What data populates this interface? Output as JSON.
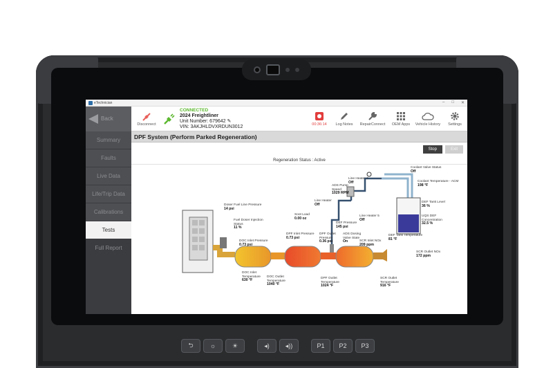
{
  "device": {
    "hardware_buttons": [
      {
        "id": "back",
        "label": "⮌"
      },
      {
        "id": "brightness-down",
        "label": "☼"
      },
      {
        "id": "brightness-up",
        "label": "☀"
      },
      {
        "id": "volume-down",
        "label": "◂)"
      },
      {
        "id": "volume-up",
        "label": "◂))"
      },
      {
        "id": "p1",
        "label": "P1"
      },
      {
        "id": "p2",
        "label": "P2"
      },
      {
        "id": "p3",
        "label": "P3"
      }
    ]
  },
  "window": {
    "app_name": "eTechnician",
    "controls": [
      "–",
      "□",
      "✕"
    ]
  },
  "header": {
    "back_label": "Back",
    "disconnect_label": "Disconnect",
    "connection": {
      "status": "CONNECTED",
      "vehicle": "2024 Freightliner",
      "unit_label": "Unit Number: 679642",
      "vin_label": "VIN: 3AKJHLDVXRDUN3012"
    },
    "buttons": [
      {
        "id": "timer",
        "label": "00:36:14",
        "icon": "record-icon"
      },
      {
        "id": "log-notes",
        "label": "Log Notes",
        "icon": "pencil-icon"
      },
      {
        "id": "repair-connect",
        "label": "RepairConnect",
        "icon": "wrench-icon"
      },
      {
        "id": "oem-apps",
        "label": "OEM Apps",
        "icon": "grid-icon"
      },
      {
        "id": "vehicle-history",
        "label": "Vehicle History",
        "icon": "cloud-icon"
      },
      {
        "id": "settings",
        "label": "Settings",
        "icon": "gear-icon"
      }
    ],
    "accent_color": "#5cb82e",
    "timer_color": "#e23c3c"
  },
  "sidebar": {
    "items": [
      {
        "label": "Summary",
        "active": false
      },
      {
        "label": "Faults",
        "active": false
      },
      {
        "label": "Live Data",
        "active": false
      },
      {
        "label": "Life/Trip Data",
        "active": false
      },
      {
        "label": "Calibrations",
        "active": false
      },
      {
        "label": "Tests",
        "active": true
      },
      {
        "label": "Full Report",
        "active": false
      }
    ]
  },
  "main": {
    "title": "DPF System (Perform Parked Regeneration)",
    "stop_label": "Stop",
    "exit_label": "Exit",
    "regen_status": "Regeneration Status : Active",
    "diagram": {
      "labels": [
        {
          "name": "Doser Fuel Line Pressure",
          "value": "14 psi"
        },
        {
          "name": "Fuel Doser Injection Status",
          "value": "11 %"
        },
        {
          "name": "DOC Inlet Pressure",
          "value": "0.73 psi"
        },
        {
          "name": "Soot Load",
          "value": "0.00 oz"
        },
        {
          "name": "DPF Inlet Pressure",
          "value": "0.73 psi"
        },
        {
          "name": "DPF Outlet Pressure",
          "value": "0.36 psi"
        },
        {
          "name": "Line Heater",
          "value": "Off"
        },
        {
          "name": "ADS Pump Speed",
          "value": "1029 RPM"
        },
        {
          "name": "Line Heater 2",
          "value": "Off"
        },
        {
          "name": "Line Heater 5",
          "value": "Off"
        },
        {
          "name": "DEF Pressure",
          "value": "145 psi"
        },
        {
          "name": "ADS Dosing Valve State",
          "value": "On"
        },
        {
          "name": "SCR Inlet NOx",
          "value": "209 ppm"
        },
        {
          "name": "Coolant Valve Status",
          "value": "Off"
        },
        {
          "name": "Coolant Temperature - ACM",
          "value": "198 °F"
        },
        {
          "name": "DEF Tank Level",
          "value": "36 %"
        },
        {
          "name": "UQS DEF Concentration",
          "value": "32.5 %"
        },
        {
          "name": "DEF Tank Temperature",
          "value": "81 °F"
        },
        {
          "name": "SCR Outlet NOx",
          "value": "172 ppm"
        },
        {
          "name": "DOC Inlet Temperature",
          "value": "630 °F"
        },
        {
          "name": "DOC Outlet Temperature",
          "value": "1040 °F"
        },
        {
          "name": "DPF Outlet Temperature",
          "value": "1024 °F"
        },
        {
          "name": "SCR Outlet Temperature",
          "value": "916 °F"
        }
      ]
    }
  }
}
